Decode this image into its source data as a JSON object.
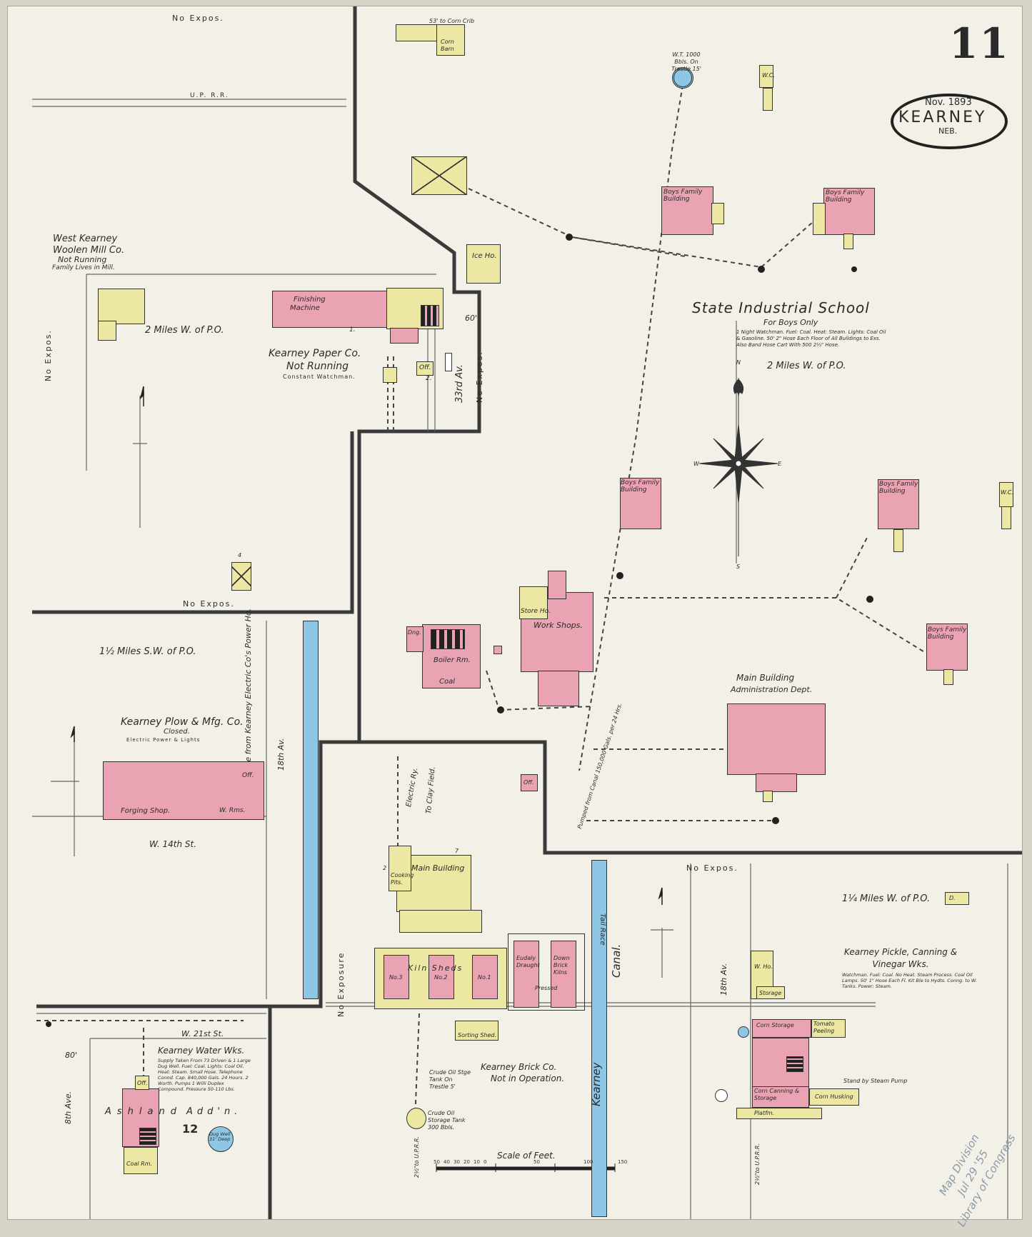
{
  "sheet": {
    "page_number": "11",
    "date": "Nov. 1893",
    "city": "KEARNEY",
    "state": "NEB."
  },
  "labels": {
    "no_expos_top": "No Expos.",
    "no_expos_mid": "No Expos.",
    "no_expos_left": "No Expos.",
    "no_expos_33rd": "No Expos.",
    "no_expos_right": "No Expos.",
    "no_exposure": "No Exposure",
    "up_rr": "U.P. R.R.",
    "up_rr_bottom": "2½\"to U.P.R.R.",
    "up_rr_bottom2": "2½\"to U.P.R.R."
  },
  "woolen_mill": {
    "title": "West Kearney",
    "name": "Woolen Mill Co.",
    "status": "Not Running",
    "note": "Family Lives in Mill.",
    "distance": "2 Miles W. of P.O."
  },
  "paper_co": {
    "name": "Kearney Paper Co.",
    "status": "Not Running",
    "note": "Constant Watchman.",
    "finishing": "Finishing",
    "machine": "Machine",
    "off": "Off.",
    "avenue": "33rd Av.",
    "num1": "1.",
    "num2": "2.",
    "width": "60'"
  },
  "school": {
    "title": "State Industrial School",
    "subtitle": "For Boys Only",
    "notes": "1 Night Watchman. Fuel: Coal. Heat: Steam. Lights: Coal Oil & Gasoline. 50' 2\" Hose Each Floor of All Buildings to Exs. Also Band Hose Cart With 500 2½\" Hose.",
    "distance": "2 Miles W. of P.O.",
    "boys_family_building": "Boys Family Building",
    "main_building": "Main Building",
    "admin": "Administration Dept.",
    "work_shops": "Work Shops.",
    "store_ho": "Store Ho.",
    "boiler_rm": "Boiler Rm.",
    "coal": "Coal",
    "ice_ho": "Ice Ho.",
    "wc": "W.C.",
    "water_tank": "W.T. 1000 Bbls. On Trestle 15'",
    "corn_barn": "Corn Barn",
    "to_corn_crib": "53' to Corn Crib",
    "canal_note": "Pumped from Canal 150,000 Gals. per 24 Hrs.",
    "off": "Off.",
    "dng": "Dng."
  },
  "plow_co": {
    "distance": "1½ Miles S.W. of P.O.",
    "name": "Kearney Plow & Mfg. Co.",
    "status": "Closed.",
    "power": "Electric Power & Lights",
    "forging": "Forging Shop.",
    "wrms": "W. Rms.",
    "off": "Off.",
    "street": "W. 14th St.",
    "avenue": "18th Av.",
    "num4": "4"
  },
  "tail_race": {
    "main": "Tail Race from Kearney Electric Co's Power Ho.",
    "short": "Tail Race",
    "canal": "Canal.",
    "kearney": "Kearney"
  },
  "water_works": {
    "name": "Kearney Water Wks.",
    "notes": "Supply Taken From 73 Driven & 1 Large Dug Well. Fuel: Coal. Lights: Coal Oil. Heat: Steam. Small Hose. Telephone Connd. Cap. 840,000 Gals. 24 Hours. 2 Worth. Pumps 1 Willi Duplex Compound. Pressure 50-110 Lbs.",
    "street": "W. 21st St.",
    "avenue": "8th Ave.",
    "width": "80'",
    "ashland": "Ashland",
    "addn": "Add'n.",
    "sheet_ref": "12",
    "well": "Dug Well 31' Deep",
    "off": "Off.",
    "coal": "Coal Rm."
  },
  "brick_co": {
    "name": "Kearney Brick Co.",
    "status": "Not in Operation.",
    "main_building": "Main Building",
    "sorting": "Sorting Shed.",
    "kiln1": "No.1",
    "kiln2": "No.2",
    "kiln3": "No.3",
    "kiln_sheds": "Kiln Sheds",
    "eudaly": "Eudaly Draught",
    "down": "Down Brick Kilns",
    "pressed": "Pressed",
    "cooking": "Cooking Pits.",
    "oil_tank": "Crude Oil Stge Tank On Trestle 5'",
    "storage_tank": "Crude Oil Storage Tank 300 Bbls.",
    "electric_ry": "Electric Ry.",
    "to_clay": "To Clay Field.",
    "off": "Off.",
    "num2": "2",
    "num7": "7"
  },
  "pickle_co": {
    "distance": "1¼ Miles W. of P.O.",
    "name": "Kearney Pickle, Canning & Vinegar Wks.",
    "notes": "Watchman. Fuel: Coal. No Heat. Steam Process. Coal Oil Lamps. 50' 1\" Hose Each Fl. Kit Ble to Hydts. Conng. to W. Tanks. Power: Steam.",
    "whse": "W. Ho.",
    "storage": "Storage",
    "corn_storage": "Corn Storage",
    "tomato_peeling": "Tomato Peeling",
    "corn_canning": "Corn Canning & Storage",
    "corn_husking": "Corn Husking",
    "avenue": "18th Av.",
    "stand": "Stand by Steam Pump",
    "platform": "Platfm.",
    "d": "D."
  },
  "scale": {
    "label": "Scale of Feet.",
    "ticks": [
      "50",
      "40",
      "30",
      "20",
      "10",
      "0",
      "50",
      "100",
      "150"
    ]
  },
  "stamp": {
    "line1": "Map Division",
    "line2": "Jul 29 '55",
    "line3": "Library of Congress"
  },
  "compass": {
    "n": "N",
    "s": "S",
    "e": "E",
    "w": "W"
  },
  "colors": {
    "brick": "#e9a3b3",
    "frame": "#ece7a2",
    "water": "#8ec6e6",
    "paper": "#f3f1e7",
    "line": "#3a3a3a"
  }
}
